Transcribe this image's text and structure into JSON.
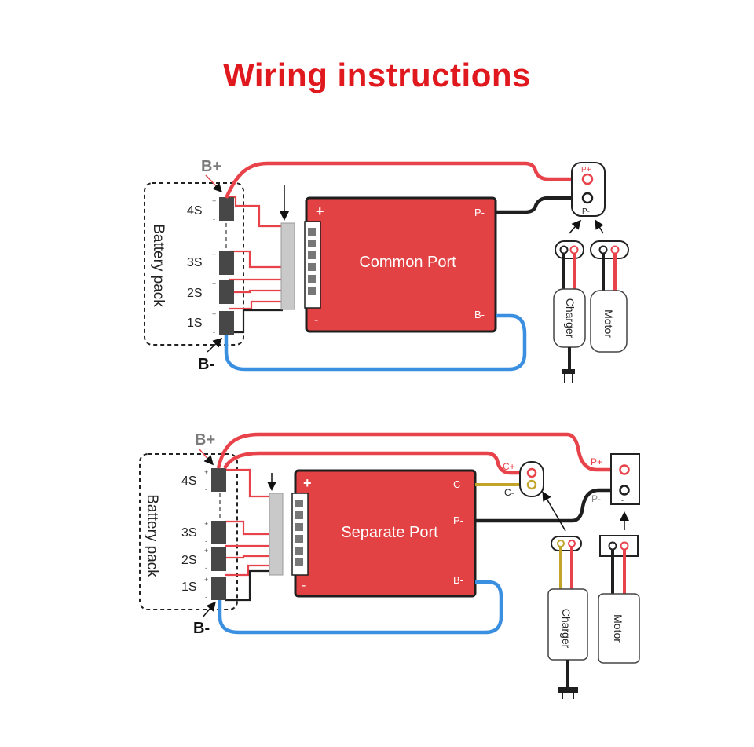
{
  "title": "Wiring instructions",
  "colors": {
    "red_wire": "#e8424a",
    "black_wire": "#1f1f1f",
    "blue_wire": "#3b8fe0",
    "board": "#e34244",
    "title": "#e0191f",
    "olive_wire": "#c2a42a"
  },
  "common": {
    "b_plus": "B+",
    "b_minus": "B-",
    "pack_label": "Battery pack",
    "cells": [
      "4S",
      "3S",
      "2S",
      "1S"
    ],
    "board_label": "Common Port",
    "board_plus": "+",
    "board_minus": "-",
    "board_p_minus": "P-",
    "board_b_minus": "B-",
    "port_p_plus": "P+",
    "port_p_minus": "P-",
    "charger": "Charger",
    "motor": "Motor"
  },
  "separate": {
    "b_plus": "B+",
    "b_minus": "B-",
    "pack_label": "Battery pack",
    "cells": [
      "4S",
      "3S",
      "2S",
      "1S"
    ],
    "board_label": "Separate Port",
    "board_plus": "+",
    "board_minus": "-",
    "board_c_minus": "C-",
    "board_p_minus": "P-",
    "board_b_minus": "B-",
    "port_c_plus": "C+",
    "port_c_minus": "C-",
    "port_p_plus": "P+",
    "port_p_minus": "P-",
    "charger": "Charger",
    "motor": "Motor"
  }
}
